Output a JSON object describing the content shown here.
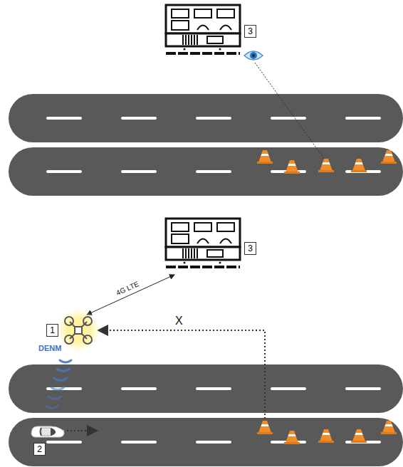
{
  "diagram": {
    "nodes": [
      {
        "text": [
          "3"
        ]
      },
      {
        "text": [
          "3"
        ]
      },
      {
        "text": [
          "1"
        ]
      },
      {
        "text": [
          "2"
        ]
      }
    ],
    "edges": [
      {
        "from": 1,
        "to": 2,
        "arrow": "both",
        "label": "4G LTE"
      }
    ],
    "labels": [
      "X",
      "DENM"
    ]
  }
}
